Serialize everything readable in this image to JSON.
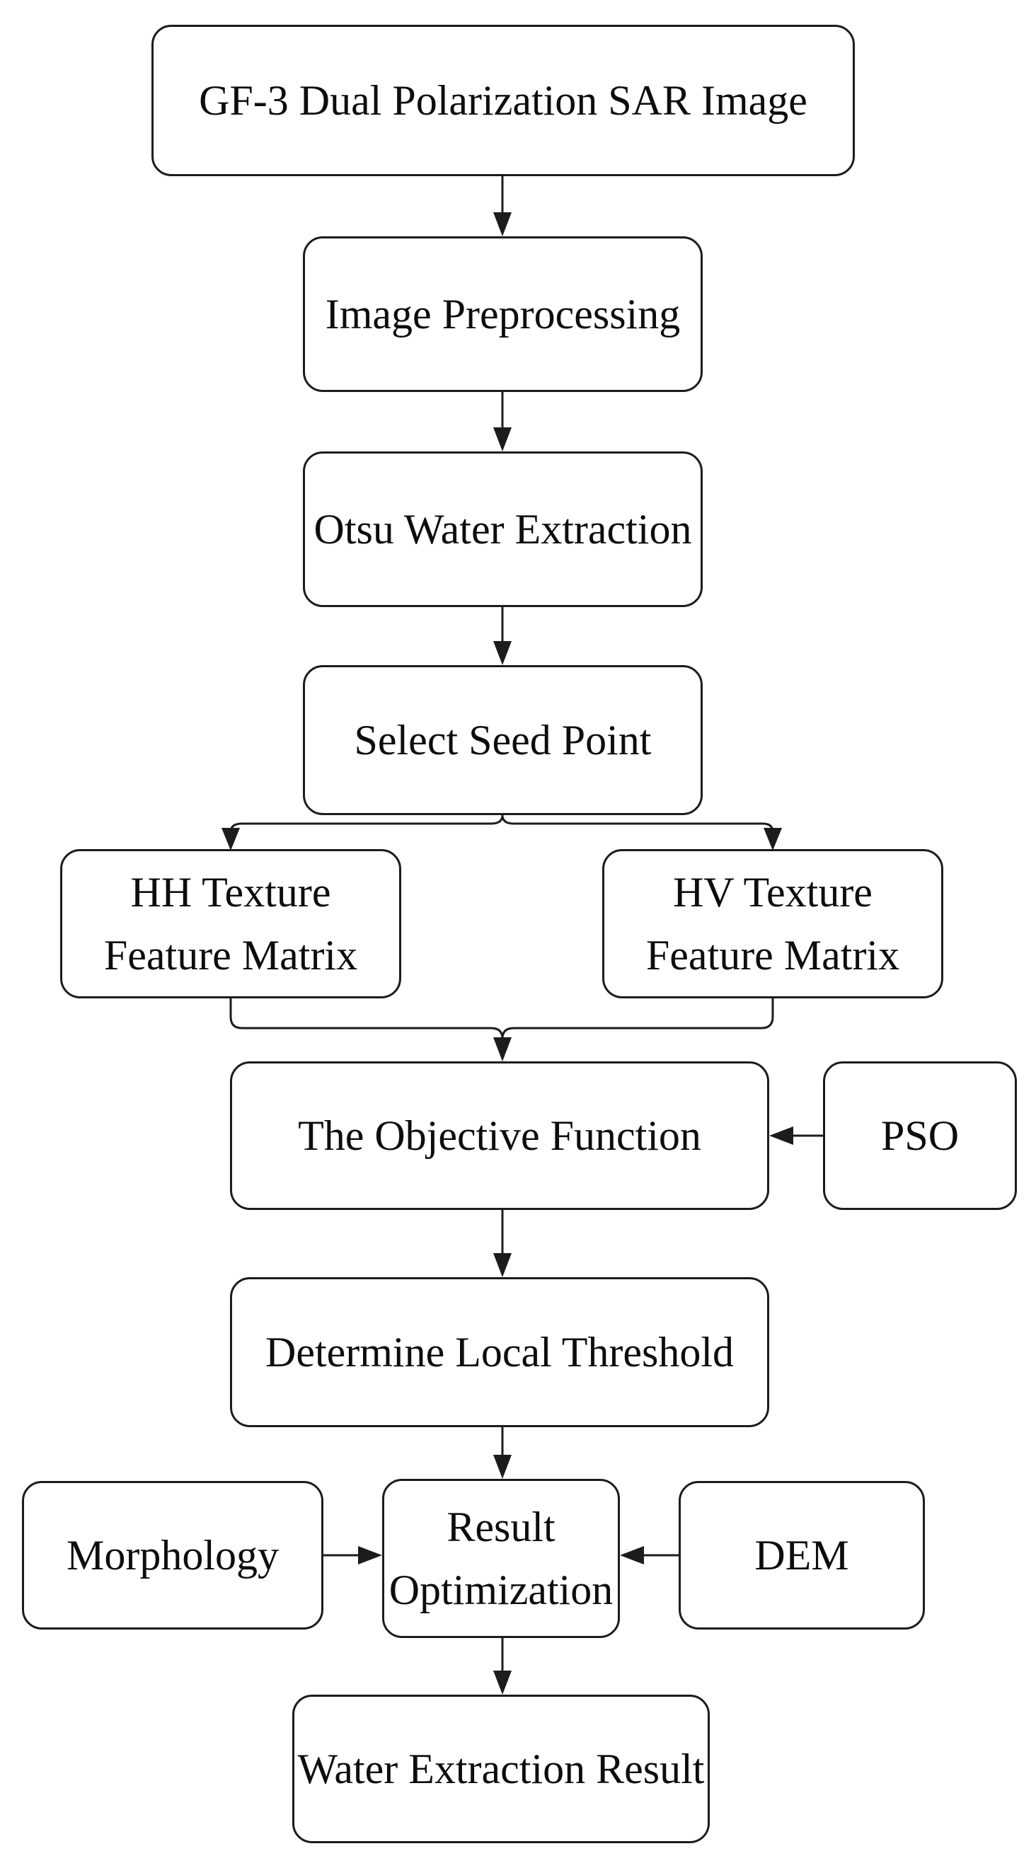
{
  "figure": {
    "type": "flowchart",
    "title": "GF-3 dual polarization SAR water extraction workflow",
    "background_color": "#ffffff",
    "stroke_color": "#1c1c1c",
    "nodes": {
      "gf3_image": {
        "label": "GF-3 Dual Polarization SAR Image"
      },
      "preprocessing": {
        "label": "Image Preprocessing"
      },
      "otsu": {
        "label": "Otsu Water Extraction"
      },
      "seed_point": {
        "label": "Select Seed Point"
      },
      "hh_texture": {
        "lines": [
          "HH Texture",
          "Feature Matrix"
        ]
      },
      "hv_texture": {
        "lines": [
          "HV Texture",
          "Feature Matrix"
        ]
      },
      "objective": {
        "label": "The Objective Function"
      },
      "pso": {
        "label": "PSO"
      },
      "threshold": {
        "label": "Determine Local Threshold"
      },
      "morphology": {
        "label": "Morphology"
      },
      "result_opt": {
        "lines": [
          "Result",
          "Optimization"
        ]
      },
      "dem": {
        "label": "DEM"
      },
      "water_result": {
        "label": "Water Extraction Result"
      }
    },
    "edges": [
      {
        "from": "GF-3 Dual Polarization SAR Image",
        "to": "Image Preprocessing"
      },
      {
        "from": "Image Preprocessing",
        "to": "Otsu Water Extraction"
      },
      {
        "from": "Otsu Water Extraction",
        "to": "Select Seed Point"
      },
      {
        "from": "Select Seed Point",
        "to": "HH Texture Feature Matrix"
      },
      {
        "from": "Select Seed Point",
        "to": "HV Texture Feature Matrix"
      },
      {
        "from": "HH Texture Feature Matrix",
        "to": "The Objective Function"
      },
      {
        "from": "HV Texture Feature Matrix",
        "to": "The Objective Function"
      },
      {
        "from": "PSO",
        "to": "The Objective Function"
      },
      {
        "from": "The Objective Function",
        "to": "Determine Local Threshold"
      },
      {
        "from": "Determine Local Threshold",
        "to": "Result Optimization"
      },
      {
        "from": "Morphology",
        "to": "Result Optimization"
      },
      {
        "from": "DEM",
        "to": "Result Optimization"
      },
      {
        "from": "Result Optimization",
        "to": "Water Extraction Result"
      }
    ]
  }
}
